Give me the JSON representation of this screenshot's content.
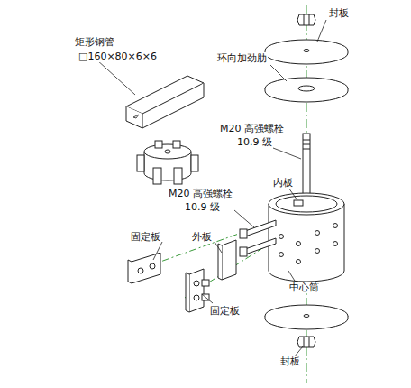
{
  "diagram": {
    "labels": [
      "矩形钢管",
      "□160×80×6×6",
      "封板",
      "环向加劲肋",
      "M20 高强螺栓",
      "10.9 级",
      "内板",
      "M20 高强螺栓",
      "10.9 级",
      "外板",
      "固定板",
      "固定板",
      "中心筒",
      "封板"
    ]
  }
}
